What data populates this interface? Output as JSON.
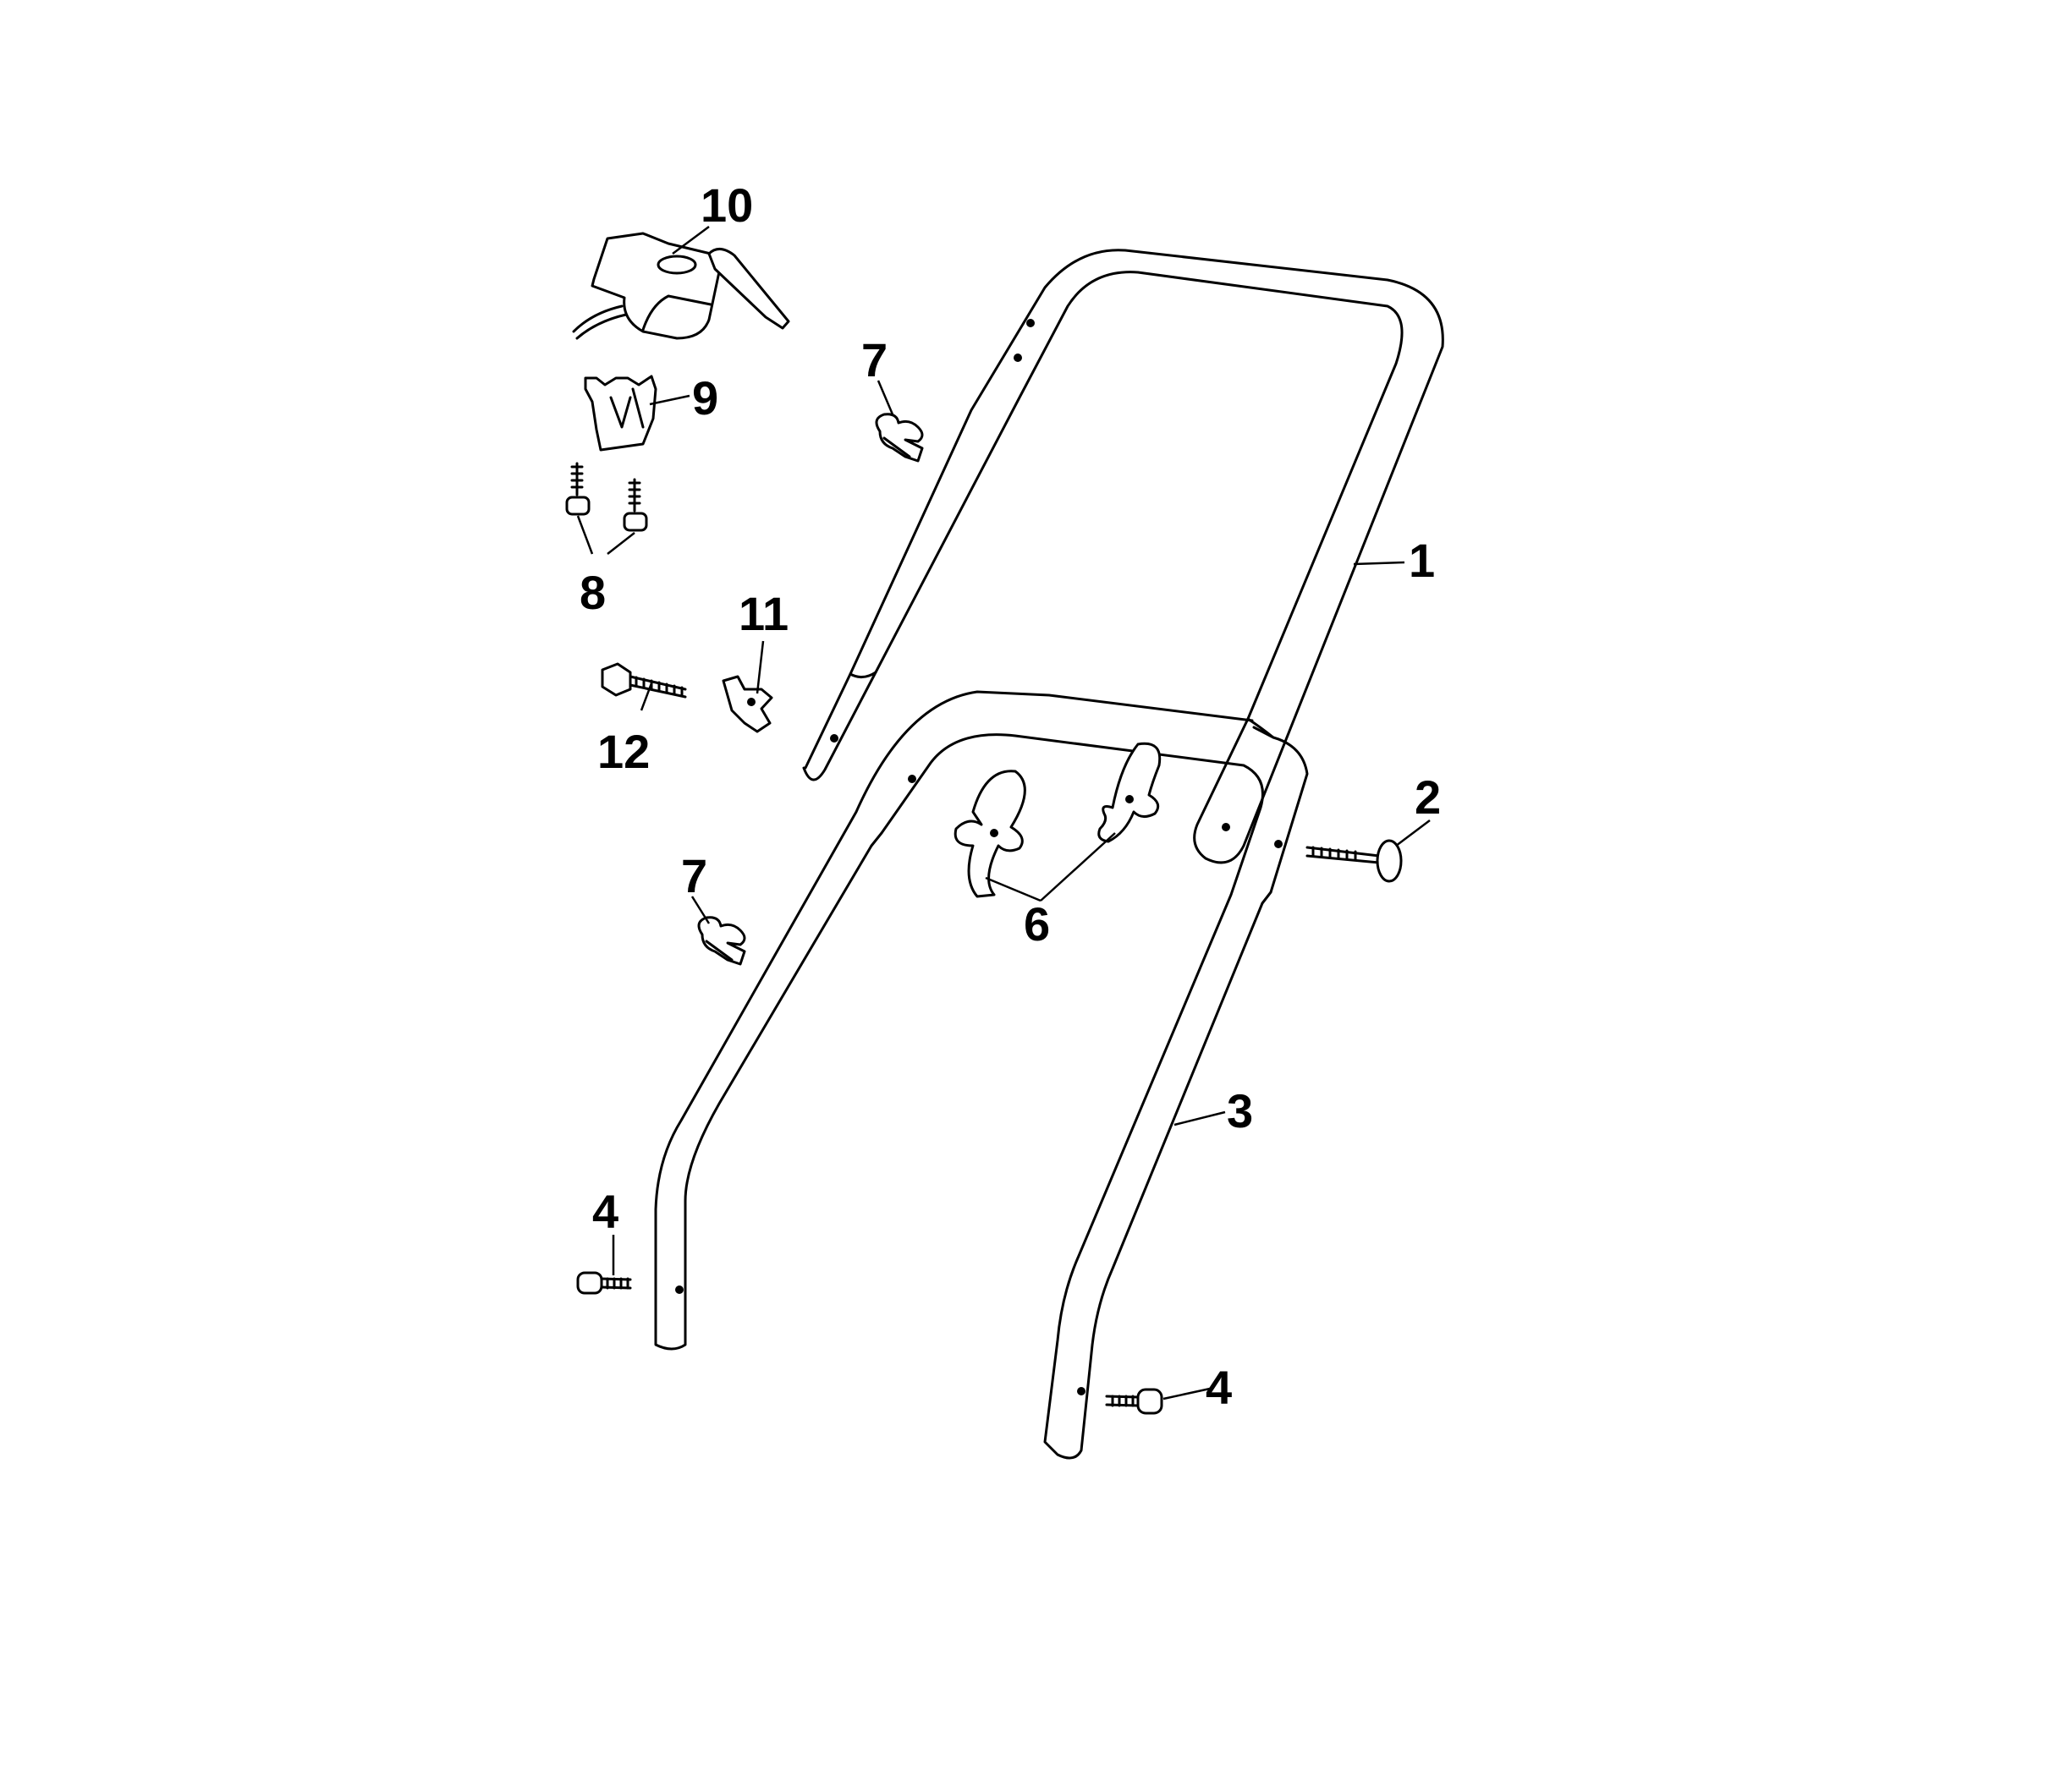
{
  "diagram": {
    "parts": [
      {
        "id": "upper-handle",
        "callout": "1"
      },
      {
        "id": "handle-bolt",
        "callout": "2"
      },
      {
        "id": "lower-handle",
        "callout": "3"
      },
      {
        "id": "mounting-bolt-left",
        "callout": "4"
      },
      {
        "id": "mounting-bolt-right",
        "callout": "4"
      },
      {
        "id": "wing-knobs",
        "callout": "6"
      },
      {
        "id": "cable-clip-upper",
        "callout": "7"
      },
      {
        "id": "cable-clip-lower",
        "callout": "7"
      },
      {
        "id": "screws",
        "callout": "8"
      },
      {
        "id": "bracket",
        "callout": "9"
      },
      {
        "id": "switch-box",
        "callout": "10"
      },
      {
        "id": "cable-retainer",
        "callout": "11"
      },
      {
        "id": "adjuster-screw",
        "callout": "12"
      }
    ]
  }
}
